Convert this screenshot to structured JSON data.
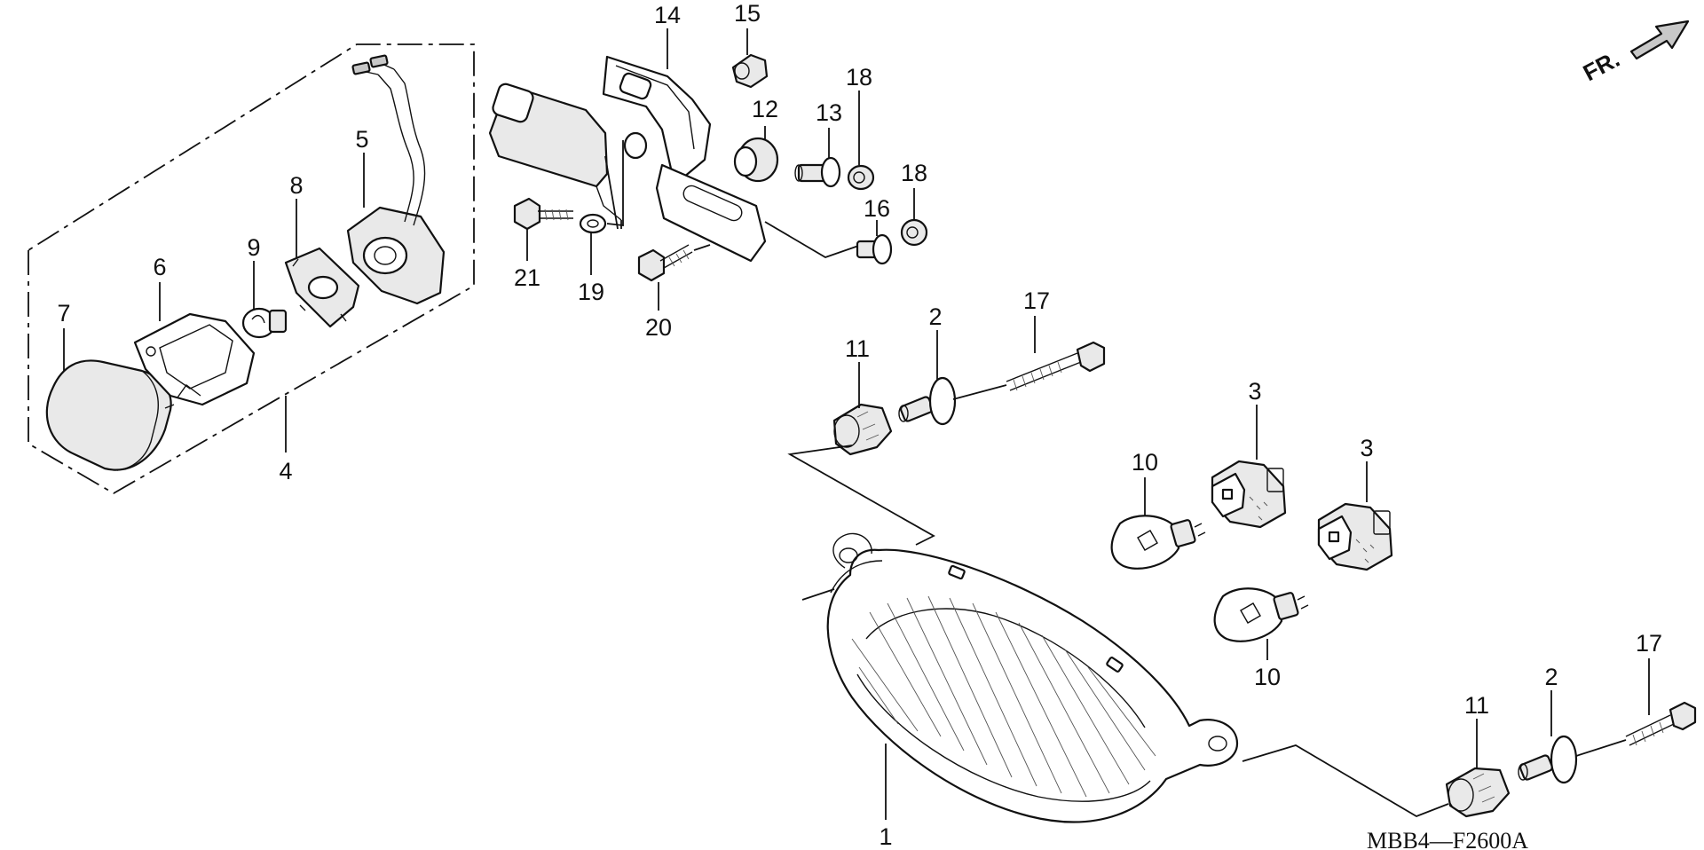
{
  "diagram": {
    "drawing_code": "MBB4—F2600A",
    "direction_label": "FR.",
    "callouts": [
      {
        "id": "c1",
        "text": "1"
      },
      {
        "id": "c2a",
        "text": "2"
      },
      {
        "id": "c2b",
        "text": "2"
      },
      {
        "id": "c3a",
        "text": "3"
      },
      {
        "id": "c3b",
        "text": "3"
      },
      {
        "id": "c4",
        "text": "4"
      },
      {
        "id": "c5",
        "text": "5"
      },
      {
        "id": "c6",
        "text": "6"
      },
      {
        "id": "c7",
        "text": "7"
      },
      {
        "id": "c8",
        "text": "8"
      },
      {
        "id": "c9",
        "text": "9"
      },
      {
        "id": "c10a",
        "text": "10"
      },
      {
        "id": "c10b",
        "text": "10"
      },
      {
        "id": "c11a",
        "text": "11"
      },
      {
        "id": "c11b",
        "text": "11"
      },
      {
        "id": "c12",
        "text": "12"
      },
      {
        "id": "c13",
        "text": "13"
      },
      {
        "id": "c14",
        "text": "14"
      },
      {
        "id": "c15",
        "text": "15"
      },
      {
        "id": "c16",
        "text": "16"
      },
      {
        "id": "c17a",
        "text": "17"
      },
      {
        "id": "c17b",
        "text": "17"
      },
      {
        "id": "c18a",
        "text": "18"
      },
      {
        "id": "c18b",
        "text": "18"
      },
      {
        "id": "c19",
        "text": "19"
      },
      {
        "id": "c20",
        "text": "20"
      },
      {
        "id": "c21",
        "text": "21"
      }
    ]
  }
}
